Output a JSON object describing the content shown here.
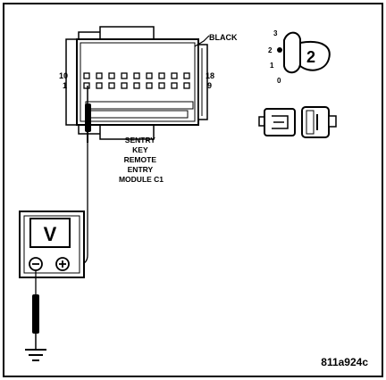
{
  "connector": {
    "color_label": "BLACK",
    "pin_start_top": "10",
    "pin_start_bottom": "1",
    "pin_end_top": "18",
    "pin_end_bottom": "9",
    "caption": [
      "SENTRY",
      "KEY",
      "REMOTE",
      "ENTRY",
      "MODULE C1"
    ]
  },
  "ignition": {
    "positions": [
      "3",
      "2",
      "1",
      "0"
    ],
    "active_position": "2"
  },
  "meter": {
    "display": "V",
    "neg_terminal": "⊖",
    "pos_terminal": "⊕"
  },
  "figure_id": "811a924c",
  "colors": {
    "ink": "#000000",
    "paper": "#ffffff",
    "shade": "#d9d9d9"
  }
}
